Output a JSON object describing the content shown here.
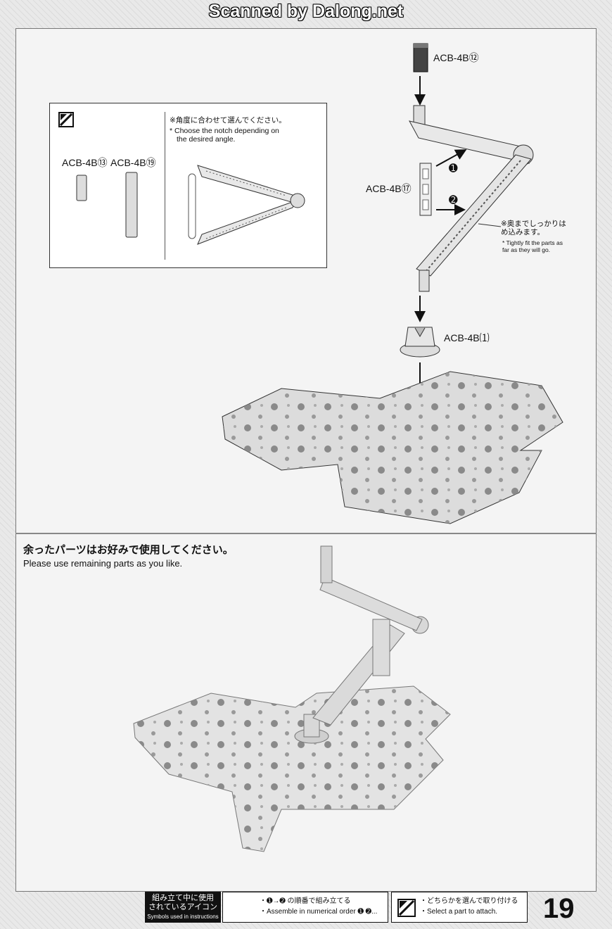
{
  "header": {
    "scan_title": "Scanned by Dalong.net"
  },
  "step": {
    "part_top": "ACB-4B⑫",
    "part_connector": "ACB-4B⑰",
    "part_base_joint": "ACB-4B⑴",
    "arrow_1": "➊",
    "arrow_2": "➋",
    "note_jp": "※奥までしっかりはめ込みます。",
    "note_en": "* Tightly fit the parts as far as they will go."
  },
  "inset": {
    "note_jp": "※角度に合わせて選んでください。",
    "note_en_line1": "* Choose the notch depending on",
    "note_en_line2": "the desired angle.",
    "part_a": "ACB-4B⑬",
    "part_b": "ACB-4B⑲"
  },
  "bottom": {
    "heading_jp": "余ったパーツはお好みで使用してください。",
    "heading_en": "Please use remaining parts as you like."
  },
  "legend": {
    "title_jp_1": "組み立て中に使用",
    "title_jp_2": "されているアイコン",
    "title_en": "Symbols used in instructions",
    "order_jp": "・➊→➋ の順番で組み立てる",
    "order_en": "・Assemble in numerical order ➊ ➋...",
    "select_jp": "・どちらかを選んで取り付ける",
    "select_en": "・Select a part to attach."
  },
  "page_number": "19"
}
